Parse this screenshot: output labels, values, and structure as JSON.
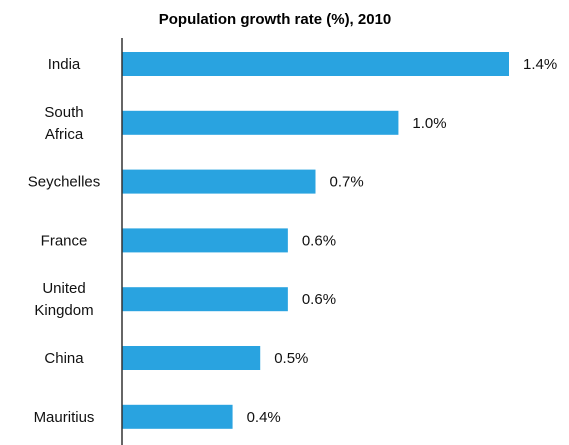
{
  "chart_data": {
    "type": "bar",
    "orientation": "horizontal",
    "title": "Population growth rate (%), 2010",
    "categories": [
      [
        "India"
      ],
      [
        "South",
        "Africa"
      ],
      [
        "Seychelles"
      ],
      [
        "France"
      ],
      [
        "United",
        "Kingdom"
      ],
      [
        "China"
      ],
      [
        "Mauritius"
      ]
    ],
    "values": [
      1.4,
      1.0,
      0.7,
      0.6,
      0.6,
      0.5,
      0.4
    ],
    "value_labels": [
      "1.4%",
      "1.0%",
      "0.7%",
      "0.6%",
      "0.6%",
      "0.5%",
      "0.4%"
    ],
    "xlim": [
      0,
      1.5
    ],
    "xlabel": "",
    "ylabel": "",
    "grid": false,
    "legend": "none",
    "bar_color": "#29a3e0",
    "axis_color": "#333333"
  }
}
